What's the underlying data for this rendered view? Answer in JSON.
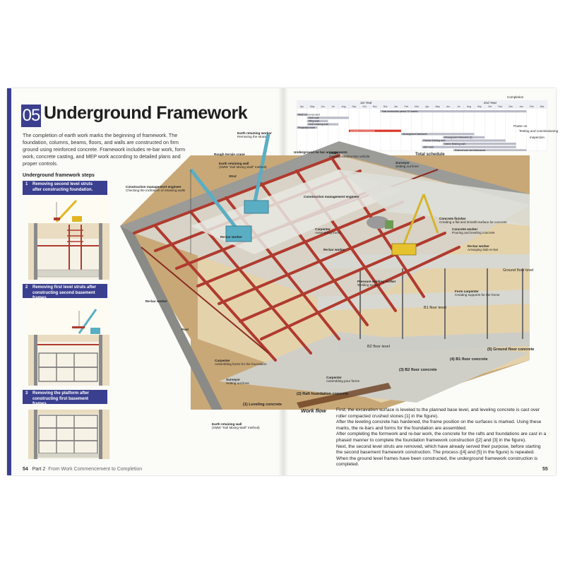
{
  "page": {
    "number_badge": "05",
    "title": "Underground Framework",
    "intro": "The completion of earth work marks the beginning of framework. The foundation, columns, beams, floors, and walls are constructed on firm ground using reinforced concrete. Framework includes re-bar work, form work, concrete casting, and MEP work according to detailed plans and proper controls."
  },
  "steps": {
    "heading": "Underground framework steps",
    "items": [
      {
        "num": "1",
        "text": "Removing second level struts after constructing foundation."
      },
      {
        "num": "2",
        "text": "Removing first level struts after constructing second basement frames."
      },
      {
        "num": "3",
        "text": "Removing the platform after constructing first basement frames."
      }
    ]
  },
  "schedule": {
    "title": "Total schedule",
    "year1": "1st Year",
    "year2": "2nd Year",
    "months": [
      "Apr",
      "May",
      "Jun",
      "Jul",
      "Aug",
      "Sep",
      "Oct",
      "Nov",
      "Dec",
      "Jan",
      "Feb",
      "Mar",
      "Apr",
      "May",
      "Jun",
      "Jul",
      "Aug",
      "Sep",
      "Oct",
      "Nov",
      "Dec",
      "Jan",
      "Feb",
      "Mar"
    ],
    "tasks": [
      {
        "label": "Total construction period: 22 months",
        "start": 8,
        "end": 22
      },
      {
        "label": "Work commencement",
        "start": 0,
        "end": 1
      },
      {
        "label": "Earth work",
        "start": 1,
        "end": 5
      },
      {
        "label": "Piling work",
        "start": 1,
        "end": 3
      },
      {
        "label": "Earth retaining work",
        "start": 1,
        "end": 4
      },
      {
        "label": "Preparation work",
        "start": 0,
        "end": 2
      },
      {
        "label": "Underground framework",
        "start": 5,
        "end": 10,
        "highlight": true
      },
      {
        "label": "Aboveground framework",
        "start": 10,
        "end": 17
      },
      {
        "label": "Aboveground framework (2)",
        "start": 14,
        "end": 18
      },
      {
        "label": "Exterior finishing work",
        "start": 12,
        "end": 20
      },
      {
        "label": "Interior finishing work",
        "start": 14,
        "end": 21
      },
      {
        "label": "MEP work",
        "start": 12,
        "end": 21
      },
      {
        "label": "External work and landscaping",
        "start": 15,
        "end": 22
      }
    ],
    "milestones": [
      "Completion",
      "Power on",
      "Testing and commissioning",
      "Inspection"
    ]
  },
  "callouts": [
    {
      "title": "Earth retaining worker",
      "sub": "Removing the struts"
    },
    {
      "title": "Rough terrain crane",
      "sub": ""
    },
    {
      "title": "Earth retaining wall",
      "sub": "(SMW \"Soil Mixing Wall\" method)"
    },
    {
      "title": "Strut",
      "sub": ""
    },
    {
      "title": "Underground tie bar arrangements",
      "sub": ""
    },
    {
      "title": "Guide",
      "sub": "Guiding construction vehicle"
    },
    {
      "title": "Surveyor",
      "sub": "Setting out lines"
    },
    {
      "title": "Construction management engineer",
      "sub": "Checking the inclination of retaining walls"
    },
    {
      "title": "Construction management engineer",
      "sub": ""
    },
    {
      "title": "Re-bar worker",
      "sub": ""
    },
    {
      "title": "Re-bar worker",
      "sub": ""
    },
    {
      "title": "Carpenter",
      "sub": "Assembling forms"
    },
    {
      "title": "Concrete finisher",
      "sub": "Creating a flat and smooth surface for concrete"
    },
    {
      "title": "Concrete worker",
      "sub": "Pouring and leveling concrete"
    },
    {
      "title": "Re-bar worker",
      "sub": "Arranging slab re-bar"
    },
    {
      "title": "Pressure welding worker",
      "sub": "Welding re-bars"
    },
    {
      "title": "Form carpenter",
      "sub": "Creating supports for the forms"
    },
    {
      "title": "Re-bar worker",
      "sub": ""
    },
    {
      "title": "Post",
      "sub": ""
    },
    {
      "title": "Carpenter",
      "sub": "Assembling forms for the foundation"
    },
    {
      "title": "Carpenter",
      "sub": "Assembling pour forms"
    },
    {
      "title": "Surveyor",
      "sub": "Setting out lines"
    },
    {
      "title": "Earth retaining wall",
      "sub": "(SMW \"Soil Mixing Wall\" method)"
    }
  ],
  "levels": {
    "ground": "Ground floor level",
    "b1": "B1 floor level",
    "b2": "B2 floor level"
  },
  "stages": [
    {
      "num": "1",
      "label": "Leveling concrete"
    },
    {
      "num": "2",
      "label": "Raft foundation concrete"
    },
    {
      "num": "3",
      "label": "B2 floor concrete"
    },
    {
      "num": "4",
      "label": "B1 floor concrete"
    },
    {
      "num": "5",
      "label": "Ground floor concrete"
    }
  ],
  "workflow_label": "Work flow",
  "body_text": [
    "First, the excavation surface is leveled to the planned base level, and leveling concrete is cast over roller compacted crushed stones [1] in the figure).",
    "After the leveling concrete has hardened, the frame position on the surfaces is marked. Using these marks, the re-bars and forms for the foundation are assembled.",
    "After completing the formwork and re-bar work, the concrete for the rafts and foundations are cast in a phased manner to complete the foundation framework construction ([2] and [3] in the figure).",
    "Next, the second level struts are removed, which have already served their purpose, before starting the second basement framework construction. The process ([4] and [5] in the figure) is repeated. When the ground level frames have been constructed, the underground framework construction is completed."
  ],
  "footer": {
    "left_page": "54",
    "part": "Part 2",
    "chapter": "From Work Commencement to Completion",
    "right_page": "55"
  },
  "colors": {
    "accent": "#3a3f8f",
    "steel": "#b03a2e",
    "soil": "#c9a877",
    "concrete": "#dcdcd6",
    "crane": "#5aaec4"
  }
}
